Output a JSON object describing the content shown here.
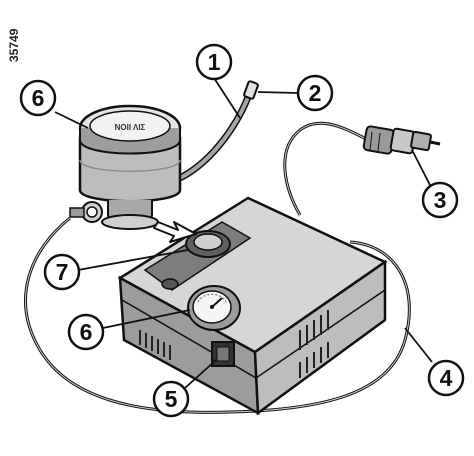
{
  "figure_ref": "35749",
  "callouts": [
    {
      "id": "1",
      "label": "1"
    },
    {
      "id": "2",
      "label": "2"
    },
    {
      "id": "3",
      "label": "3"
    },
    {
      "id": "4",
      "label": "4"
    },
    {
      "id": "5",
      "label": "5"
    },
    {
      "id": "6a",
      "label": "6"
    },
    {
      "id": "6b",
      "label": "6"
    },
    {
      "id": "7",
      "label": "7"
    }
  ],
  "sealant_label": "ΝΟΙΙ ΛΙΣ",
  "colors": {
    "line": "#111111",
    "body_light": "#d6d6d6",
    "body_mid": "#bdbdbd",
    "body_dark": "#8f8f8f",
    "panel_dark": "#6e6e6e",
    "cable": "#7a7a7a"
  }
}
